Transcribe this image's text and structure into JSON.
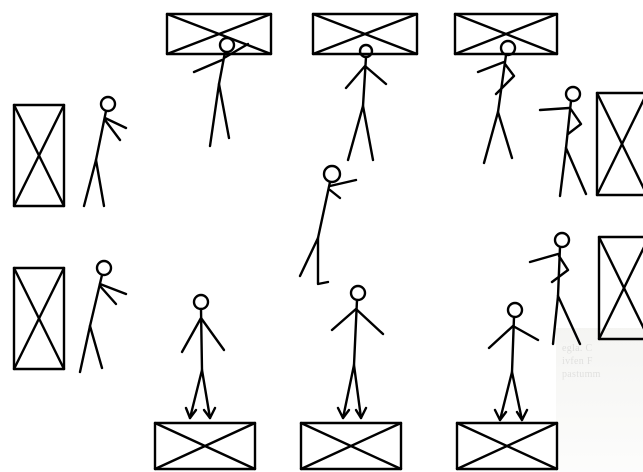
{
  "figure": {
    "ink_color": "#000000",
    "paper_color": "#ffffff",
    "crate_count": 10,
    "figure_count": 11
  },
  "bleed_through_text": [
    "egla. C",
    "ivfen F",
    "pastumm"
  ]
}
